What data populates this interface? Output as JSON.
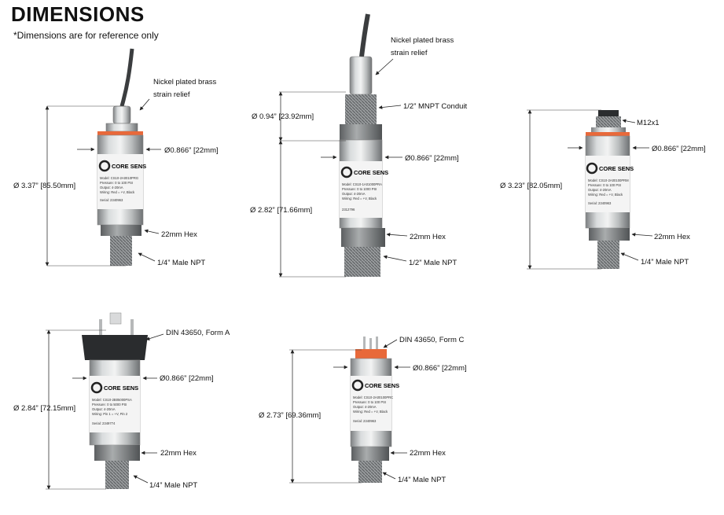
{
  "page": {
    "title": "DIMENSIONS",
    "subtitle": "*Dimensions are for reference only"
  },
  "sensors": [
    {
      "id": "cable",
      "callouts": {
        "strain_relief_line1": "Nickel plated brass",
        "strain_relief_line2": "strain relief",
        "diameter": "Ø0.866” [22mm]",
        "hex": "22mm Hex",
        "thread": "1/4” Male NPT",
        "height": "Ø 3.37” [85.50mm]"
      },
      "label": {
        "brand": "CORE SENS",
        "model": "Model: CS10-2A0010PRG",
        "pressure": "Pressure: 0 to 100 PSI",
        "output": "Output: 4-20mA",
        "wiring": "Wiring: Red = +V, Black",
        "serial": "Serial: 2340963"
      }
    },
    {
      "id": "conduit",
      "callouts": {
        "strain_relief_line1": "Nickel plated brass",
        "strain_relief_line2": "strain relief",
        "conduit": "1/2” MNPT Conduit",
        "conduit_height": "Ø 0.94” [23.92mm]",
        "diameter": "Ø0.866” [22mm]",
        "height": "Ø 2.82” [71.66mm]",
        "hex": "22mm Hex",
        "thread": "1/2” Male NPT"
      },
      "label": {
        "brand": "CORE SENS",
        "model": "Model: CS10-1A01000PRA",
        "pressure": "Pressure: 0 to 1000 PSI",
        "output": "Output: 4-20mA",
        "wiring": "Wiring: Red = +V, Black",
        "serial": "2312796"
      }
    },
    {
      "id": "m12",
      "callouts": {
        "connector": "M12x1",
        "diameter": "Ø0.866” [22mm]",
        "height": "Ø 3.23” [82.05mm]",
        "hex": "22mm Hex",
        "thread": "1/4” Male NPT"
      },
      "label": {
        "brand": "CORE SENS",
        "model": "Model: CS10-2A00100PRM",
        "pressure": "Pressure: 0 to 100 PSI",
        "output": "Output: 4-20mA",
        "wiring": "Wiring: Red = +V, Black",
        "serial": "Serial: 2340963"
      }
    },
    {
      "id": "din_a",
      "callouts": {
        "connector": "DIN 43650, Form A",
        "diameter": "Ø0.866” [22mm]",
        "height": "Ø 2.84” [72.15mm]",
        "hex": "22mm Hex",
        "thread": "1/4” Male NPT"
      },
      "label": {
        "brand": "CORE SENS",
        "model": "Model: CS10-2B05000PSA",
        "pressure": "Pressure: 0 to 5000 PSI",
        "output": "Output: 4-20mA",
        "wiring": "Wiring: Pin 1 = +V, Pin 2",
        "serial": "Serial: 2349774"
      }
    },
    {
      "id": "din_c",
      "callouts": {
        "connector": "DIN 43650, Form C",
        "diameter": "Ø0.866” [22mm]",
        "height": "Ø 2.73” [69.36mm]",
        "hex": "22mm Hex",
        "thread": "1/4” Male NPT"
      },
      "label": {
        "brand": "CORE SENS",
        "model": "Model: CS10-2A00100PRC",
        "pressure": "Pressure: 0 to 100 PSI",
        "output": "Output: 4-20mA",
        "wiring": "Wiring: Red = +V, Black",
        "serial": "Serial: 2340963"
      }
    }
  ],
  "colors": {
    "steel": "#b9bcbd",
    "steel_dark": "#7d8082",
    "accent_orange": "#e8693a",
    "label_white": "#f4f4f4",
    "cable": "#3b3d3f"
  }
}
